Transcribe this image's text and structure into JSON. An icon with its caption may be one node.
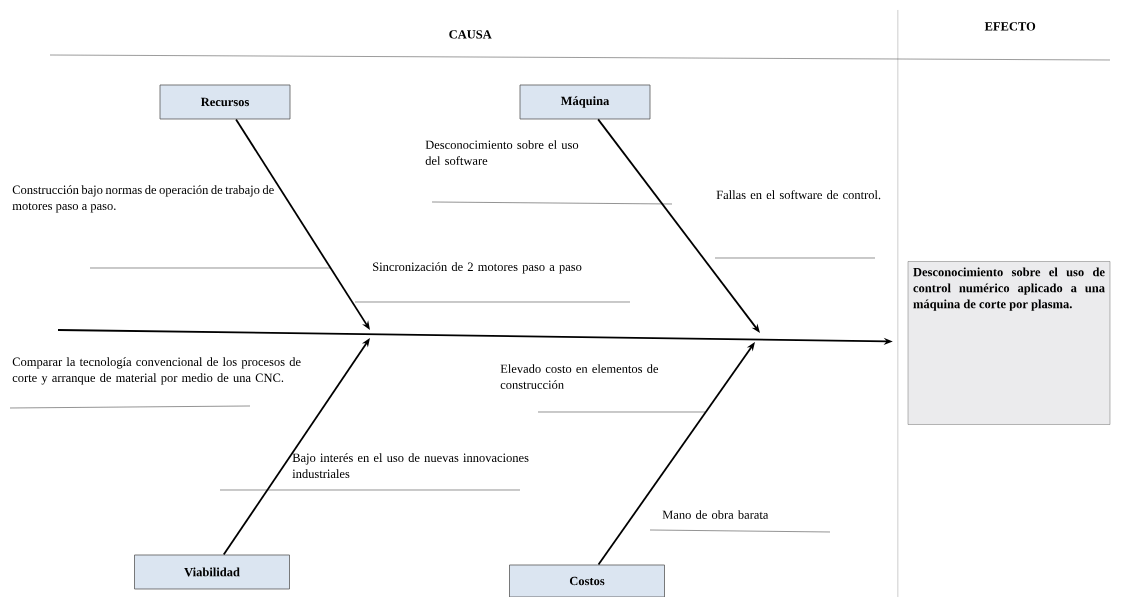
{
  "diagram": {
    "nodes": [
      {
        "text": [
          "Recursos"
        ]
      },
      {
        "text": [
          "Máquina"
        ]
      },
      {
        "text": [
          "Viabilidad"
        ]
      },
      {
        "text": [
          "Costos"
        ]
      },
      {
        "text": [
          "Desconocimiento sobre el uso de control numérico aplicado a una máquina de corte por plasma."
        ]
      }
    ],
    "edges": [
      {
        "from": 0,
        "to": null,
        "arrow": "to"
      },
      {
        "from": 1,
        "to": null,
        "arrow": "to"
      },
      {
        "from": 2,
        "to": null,
        "arrow": "to"
      },
      {
        "from": 3,
        "to": null,
        "arrow": "to"
      },
      {
        "from": null,
        "to": 4,
        "arrow": "to"
      }
    ],
    "labels": [
      "CAUSA",
      "EFECTO",
      "Desconocimiento sobre el uso del software",
      "Construcción bajo normas de operación de trabajo de motores paso a paso.",
      "Fallas en el software de control.",
      "Sincronización de 2 motores paso a paso",
      "Comparar la tecnología convencional de los procesos de corte y arranque de material por medio de una CNC.",
      "Elevado costo en elementos de construcción",
      "Bajo interés en el uso de nuevas innovaciones industriales",
      "Mano de obra barata"
    ]
  }
}
